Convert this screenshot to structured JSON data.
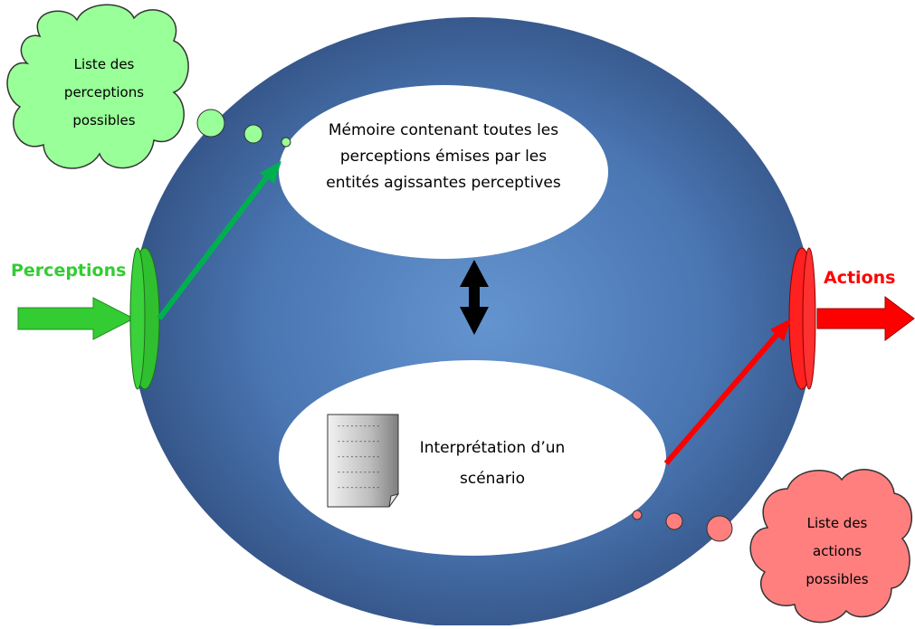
{
  "labels": {
    "perceptions": "Perceptions",
    "actions": "Actions"
  },
  "memory": {
    "line1": "Mémoire contenant toutes les",
    "line2": "perceptions émises par les",
    "line3": "entités agissantes perceptives"
  },
  "interpretation": {
    "line1": "Interprétation d’un",
    "line2": "scénario"
  },
  "perceptions_cloud": {
    "line1": "Liste des",
    "line2": "perceptions",
    "line3": "possibles"
  },
  "actions_cloud": {
    "line1": "Liste des",
    "line2": "actions",
    "line3": "possibles"
  },
  "document_lines": [
    "----------",
    "----------",
    "----------",
    "----------",
    "----------"
  ],
  "colors": {
    "sphere_dark": "#2f4d7e",
    "sphere_light": "#5d8fcb",
    "perception_green": "#33cc33",
    "arrow_green": "#00b050",
    "perception_text": "#33cc33",
    "action_red": "#ff0000",
    "action_text": "#ff0000",
    "cloud_green": "#99ff99",
    "cloud_red": "#ff7f7f"
  }
}
